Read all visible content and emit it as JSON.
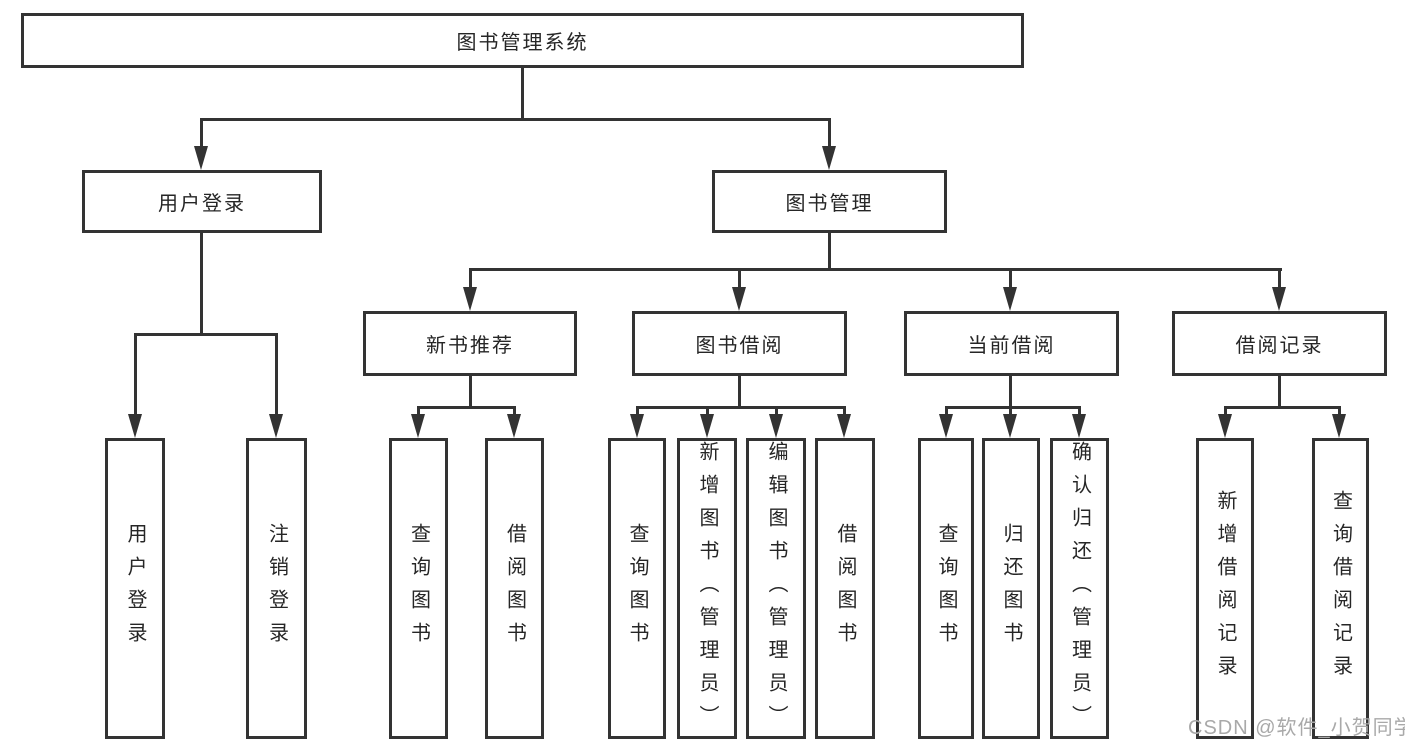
{
  "tree": {
    "root": "图书管理系统",
    "login": {
      "label": "用户登录",
      "children": [
        "用户登录",
        "注销登录"
      ]
    },
    "management": {
      "label": "图书管理",
      "groups": [
        {
          "label": "新书推荐",
          "children": [
            "查询图书",
            "借阅图书"
          ]
        },
        {
          "label": "图书借阅",
          "children": [
            "查询图书",
            "新增图书（管理员）",
            "编辑图书（管理员）",
            "借阅图书"
          ]
        },
        {
          "label": "当前借阅",
          "children": [
            "查询图书",
            "归还图书",
            "确认归还（管理员）"
          ]
        },
        {
          "label": "借阅记录",
          "children": [
            "新增借阅记录",
            "查询借阅记录"
          ]
        }
      ]
    }
  },
  "watermark": "CSDN @软件_小贺同学",
  "colors": {
    "line": "#333333",
    "box_border": "#333333",
    "box_fill": "#ffffff",
    "text": "#262626",
    "watermark_text": "#a9a9a9",
    "background": "#ffffff"
  }
}
